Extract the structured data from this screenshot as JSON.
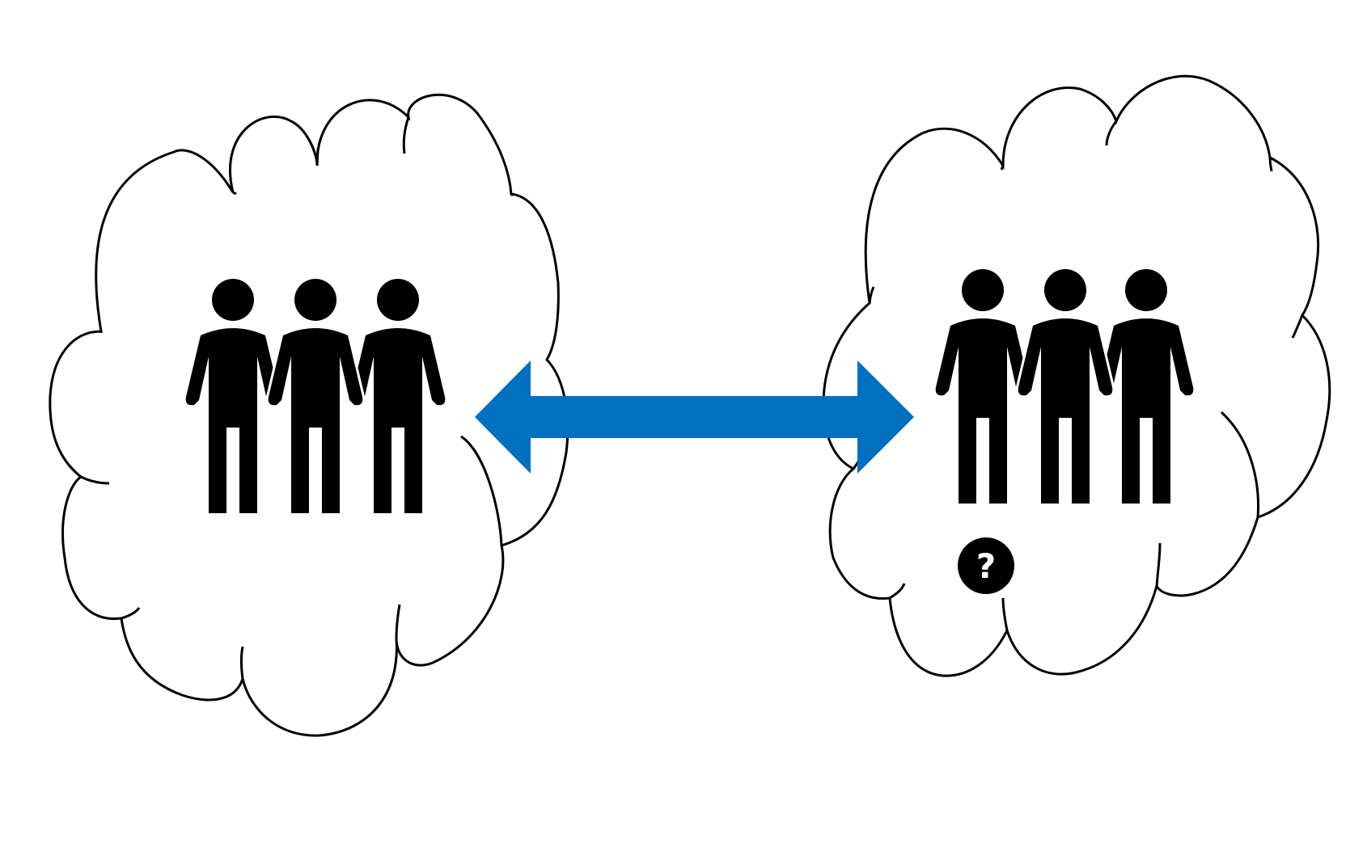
{
  "diagram": {
    "colors": {
      "background": "#ffffff",
      "outline": "#000000",
      "figure_fill": "#000000",
      "arrow_fill": "#0070c0",
      "badge_fill": "#000000",
      "badge_text": "#ffffff"
    },
    "nodes": [
      {
        "id": "left-group",
        "shape": "cloud",
        "content_icon": "three-people-icon"
      },
      {
        "id": "right-group",
        "shape": "cloud",
        "content_icon": "three-people-icon",
        "badge_icon": "question-mark-icon"
      }
    ],
    "connectors": [
      {
        "from": "left-group",
        "to": "right-group",
        "type": "double-headed-arrow"
      }
    ],
    "badge": {
      "symbol": "?"
    }
  }
}
